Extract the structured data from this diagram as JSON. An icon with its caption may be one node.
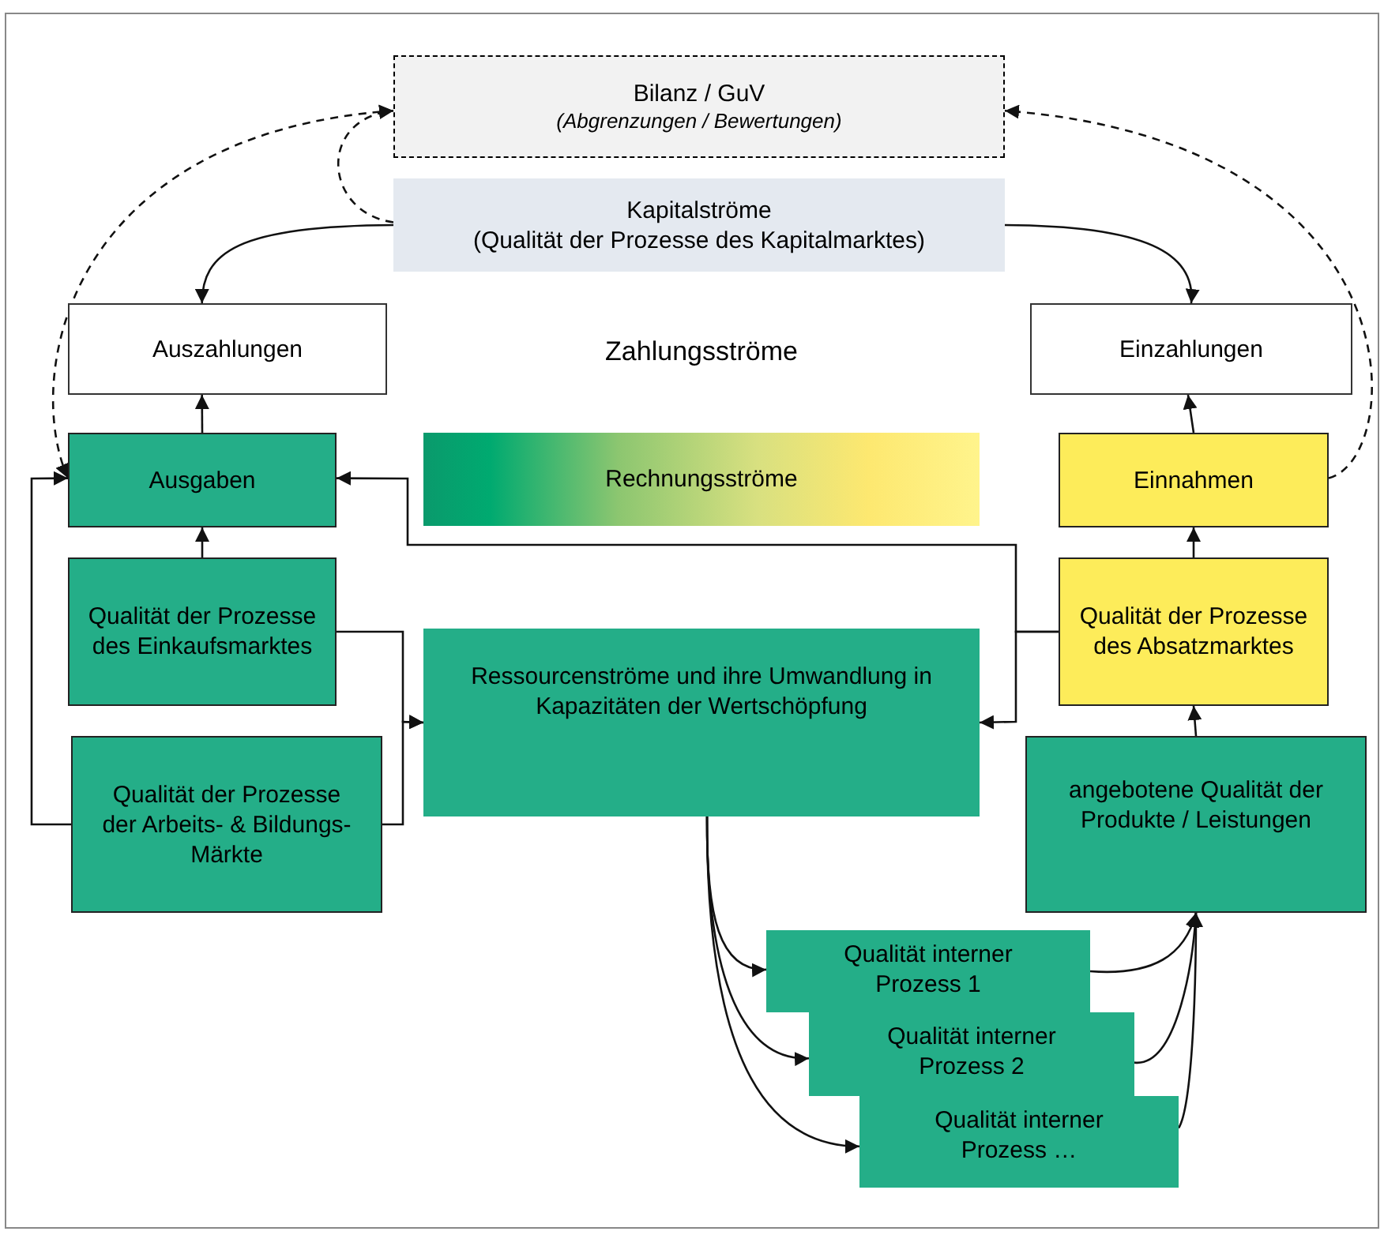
{
  "diagram": {
    "nodes": [
      {
        "text": [
          "Bilanz / GuV",
          "(Abgrenzungen / Bewertungen)"
        ]
      },
      {
        "text": [
          "Kapitalströme",
          "(Qualität der Prozesse des Kapitalmarktes)"
        ]
      },
      {
        "text": [
          "Auszahlungen"
        ]
      },
      {
        "text": [
          "Einzahlungen"
        ]
      },
      {
        "text": [
          "Ausgaben"
        ]
      },
      {
        "text": [
          "Rechnungsströme"
        ]
      },
      {
        "text": [
          "Einnahmen"
        ]
      },
      {
        "text": [
          "Qualität der Prozesse des Einkaufsmarktes"
        ]
      },
      {
        "text": [
          "Qualität der Prozesse des Absatzmarktes"
        ]
      },
      {
        "text": [
          "Ressourcenströme und ihre Umwandlung in Kapazitäten der Wertschöpfung"
        ]
      },
      {
        "text": [
          "Qualität der Prozesse der Arbeits- & Bildungs-Märkte"
        ]
      },
      {
        "text": [
          "angebotene Qualität der Produkte / Leistungen"
        ]
      },
      {
        "text": [
          "Qualität interner Prozess 1"
        ]
      },
      {
        "text": [
          "Qualität interner Prozess 2"
        ]
      },
      {
        "text": [
          "Qualität interner Prozess …"
        ]
      }
    ],
    "edges": [
      {
        "from": 1,
        "to": 2,
        "arrow": "to"
      },
      {
        "from": 1,
        "to": 3,
        "arrow": "to"
      },
      {
        "from": 4,
        "to": 0,
        "arrow": "both",
        "style": "dashed"
      },
      {
        "from": 1,
        "to": 0,
        "arrow": "to",
        "style": "dashed"
      },
      {
        "from": 6,
        "to": 0,
        "arrow": "to",
        "style": "dashed"
      },
      {
        "from": 4,
        "to": 2,
        "arrow": "to"
      },
      {
        "from": 6,
        "to": 3,
        "arrow": "to"
      },
      {
        "from": 7,
        "to": 4,
        "arrow": "to"
      },
      {
        "from": 8,
        "to": 6,
        "arrow": "to"
      },
      {
        "from": 11,
        "to": 8,
        "arrow": "to"
      },
      {
        "from": 10,
        "to": 4,
        "arrow": "to"
      },
      {
        "from": 8,
        "to": 4,
        "arrow": "to"
      },
      {
        "from": 8,
        "to": 9,
        "arrow": "to"
      },
      {
        "from": 7,
        "to": 9,
        "arrow": "to"
      },
      {
        "from": 10,
        "to": 9,
        "arrow": "to"
      },
      {
        "from": 9,
        "to": 12,
        "arrow": "to"
      },
      {
        "from": 9,
        "to": 13,
        "arrow": "to"
      },
      {
        "from": 9,
        "to": 14,
        "arrow": "to"
      },
      {
        "from": 12,
        "to": 11,
        "arrow": "to"
      },
      {
        "from": 13,
        "to": 11,
        "arrow": "to"
      },
      {
        "from": 14,
        "to": 11,
        "arrow": "to"
      }
    ],
    "labels": [
      "Zahlungsströme"
    ]
  }
}
